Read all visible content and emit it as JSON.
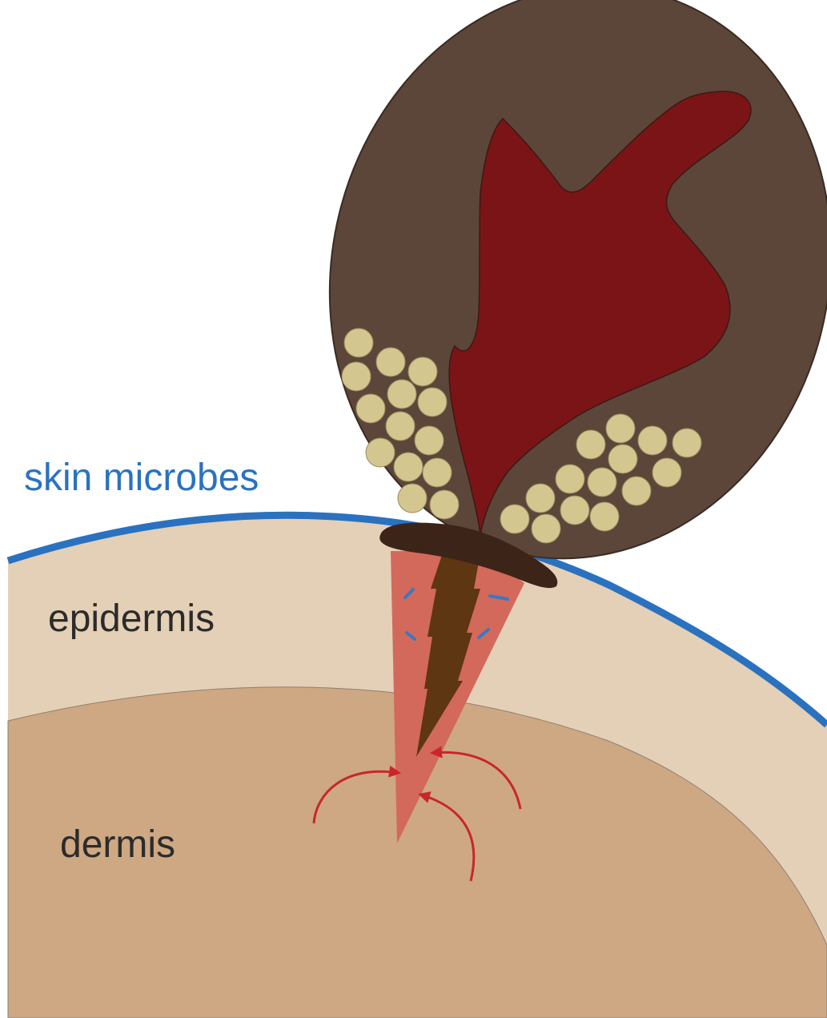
{
  "labels": {
    "skin_microbes": "skin microbes",
    "epidermis": "epidermis",
    "dermis": "dermis"
  },
  "colors": {
    "background": "#ffffff",
    "microbe_line": "#2a72c0",
    "epidermis": "#e4d0b6",
    "dermis": "#cda883",
    "layer_border": "#8d7f73",
    "tick_body": "#5c4639",
    "blood_meal": "#7b1416",
    "eggs": "#d3c68f",
    "mouthparts": "#3c2418",
    "hypostome": "#5e3612",
    "feeding_lesion": "#d3695a",
    "arrows": "#c9262c",
    "dashes": "#3a78c4",
    "text_dark": "#2b2b2b",
    "text_blue": "#2a72c0"
  }
}
